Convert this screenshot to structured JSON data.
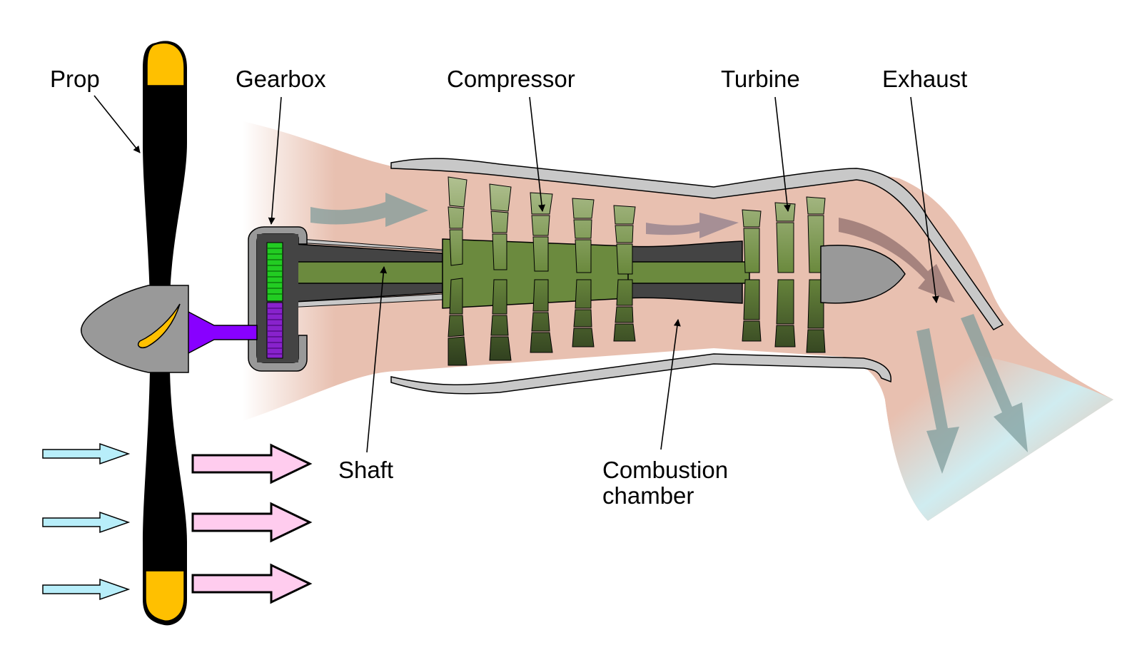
{
  "labels": {
    "prop": "Prop",
    "gearbox": "Gearbox",
    "compressor": "Compressor",
    "turbine": "Turbine",
    "exhaust": "Exhaust",
    "shaft": "Shaft",
    "combustion_line1": "Combustion",
    "combustion_line2": "chamber"
  },
  "colors": {
    "cold_air": "#c8fbff",
    "compressed_air": "#e8c8d8",
    "combustion": "#f0e020",
    "hot_gas": "#e84060",
    "exhaust": "#e8c0b0",
    "blade_light": "#b0c090",
    "blade_dark": "#2f3e1e",
    "shaft": "#6b8a3e",
    "casing": "#c8c8c8",
    "prop_blade": "#000000",
    "prop_tip": "#ffc000",
    "gear_green": "#22cc22",
    "gear_purple": "#8822cc",
    "spinner": "#999999",
    "intake_arrow": "#b8eefa",
    "thrust_arrow": "#ffccee"
  },
  "icons": {
    "intake_arrows": "right-arrow-icon",
    "thrust_arrows": "right-arrow-icon",
    "flow_arrows": "flow-arrow-icon"
  }
}
